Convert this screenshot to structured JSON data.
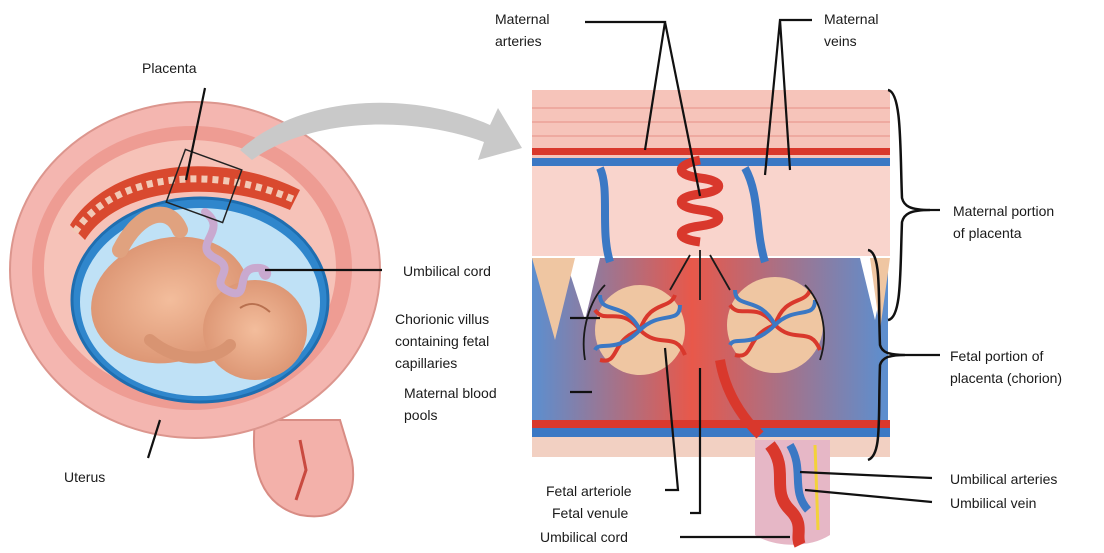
{
  "labels": {
    "placenta": "Placenta",
    "uterus": "Uterus",
    "umbilical_cord_left": "Umbilical cord",
    "maternal_arteries": [
      "Maternal",
      "arteries"
    ],
    "maternal_veins": [
      "Maternal",
      "veins"
    ],
    "maternal_portion": [
      "Maternal portion",
      "of placenta"
    ],
    "chorionic_villus": [
      "Chorionic villus",
      "containing fetal",
      "capillaries"
    ],
    "maternal_blood_pools": [
      "Maternal blood",
      "pools"
    ],
    "fetal_portion": [
      "Fetal portion of",
      "placenta (chorion)"
    ],
    "umbilical_arteries": "Umbilical arteries",
    "umbilical_vein": "Umbilical vein",
    "fetal_arteriole": "Fetal arteriole",
    "fetal_venule": "Fetal venule",
    "umbilical_cord_bottom": "Umbilical cord"
  },
  "colors": {
    "uterus_outer": "#f4b6b0",
    "uterus_wall": "#e88f86",
    "amniotic": "#3b8fd0",
    "fetus": "#e7a784",
    "artery": "#d9382c",
    "vein": "#3b78c4",
    "maternal_tissue": "#f7c9c0",
    "blood_pool": "#e8584a",
    "villus_tissue": "#efc6a2",
    "arrow_gray": "#c9c9c9"
  }
}
